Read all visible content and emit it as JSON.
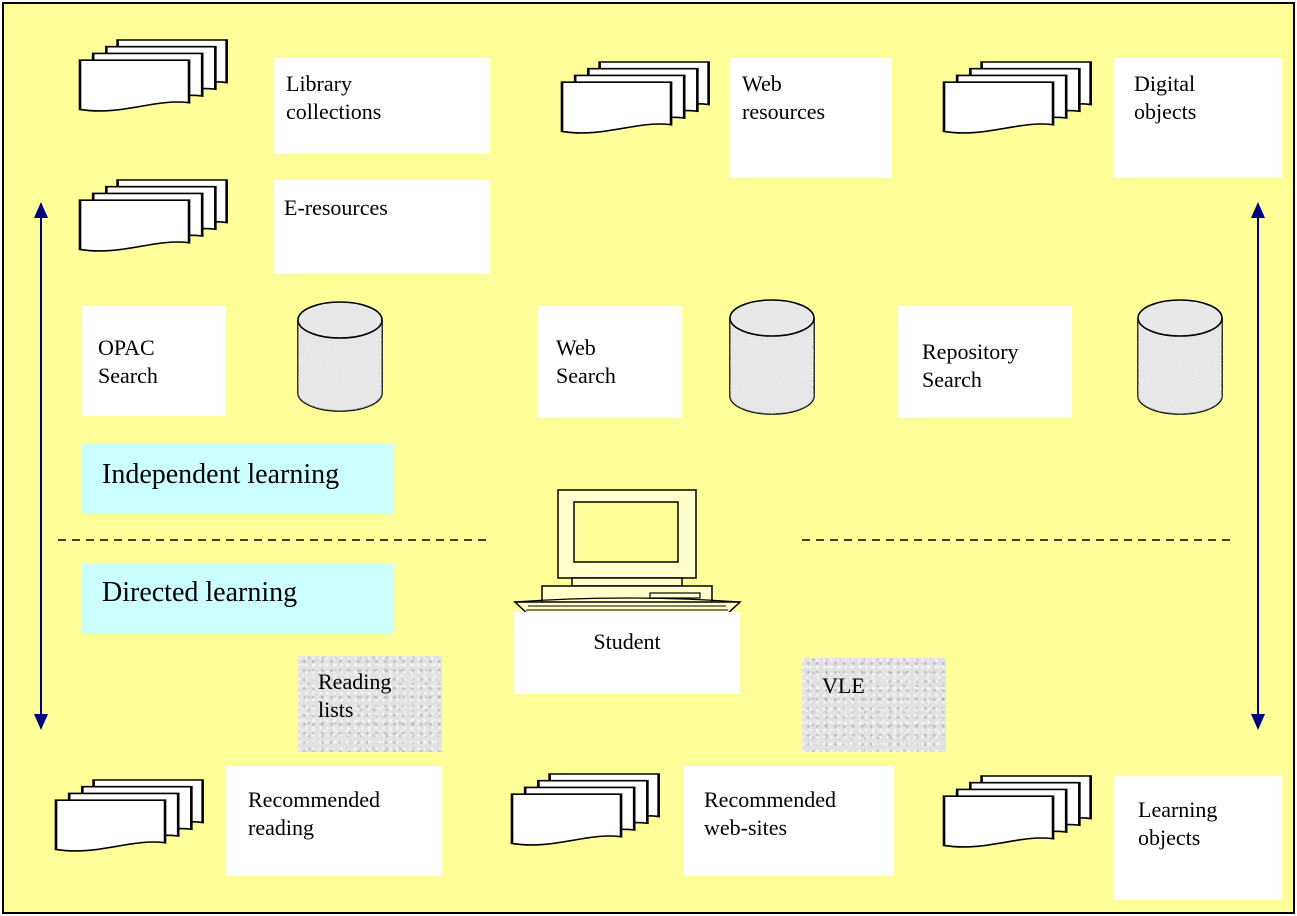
{
  "sources": {
    "library_collections": "Library\ncollections",
    "e_resources": "E-resources",
    "web_resources": "Web\nresources",
    "digital_objects": "Digital\nobjects"
  },
  "searches": {
    "opac": "OPAC\nSearch",
    "web": "Web\nSearch",
    "repository": "Repository\nSearch"
  },
  "modes": {
    "independent": "Independent learning",
    "directed": "Directed learning"
  },
  "center": {
    "student": "Student"
  },
  "tools": {
    "reading_lists": "Reading\nlists",
    "vle": "VLE"
  },
  "outputs": {
    "recommended_reading": "Recommended\nreading",
    "recommended_websites": "Recommended\nweb-sites",
    "learning_objects": "Learning\nobjects"
  },
  "colors": {
    "background": "#ffff99",
    "label_box": "#ffffff",
    "learning_mode_box": "#ccffff",
    "arrow": "#000080",
    "grain_box": "#e2e2e2"
  },
  "icons": {
    "document": "document-stack-icon",
    "database": "database-cylinder-icon",
    "computer": "computer-icon"
  }
}
